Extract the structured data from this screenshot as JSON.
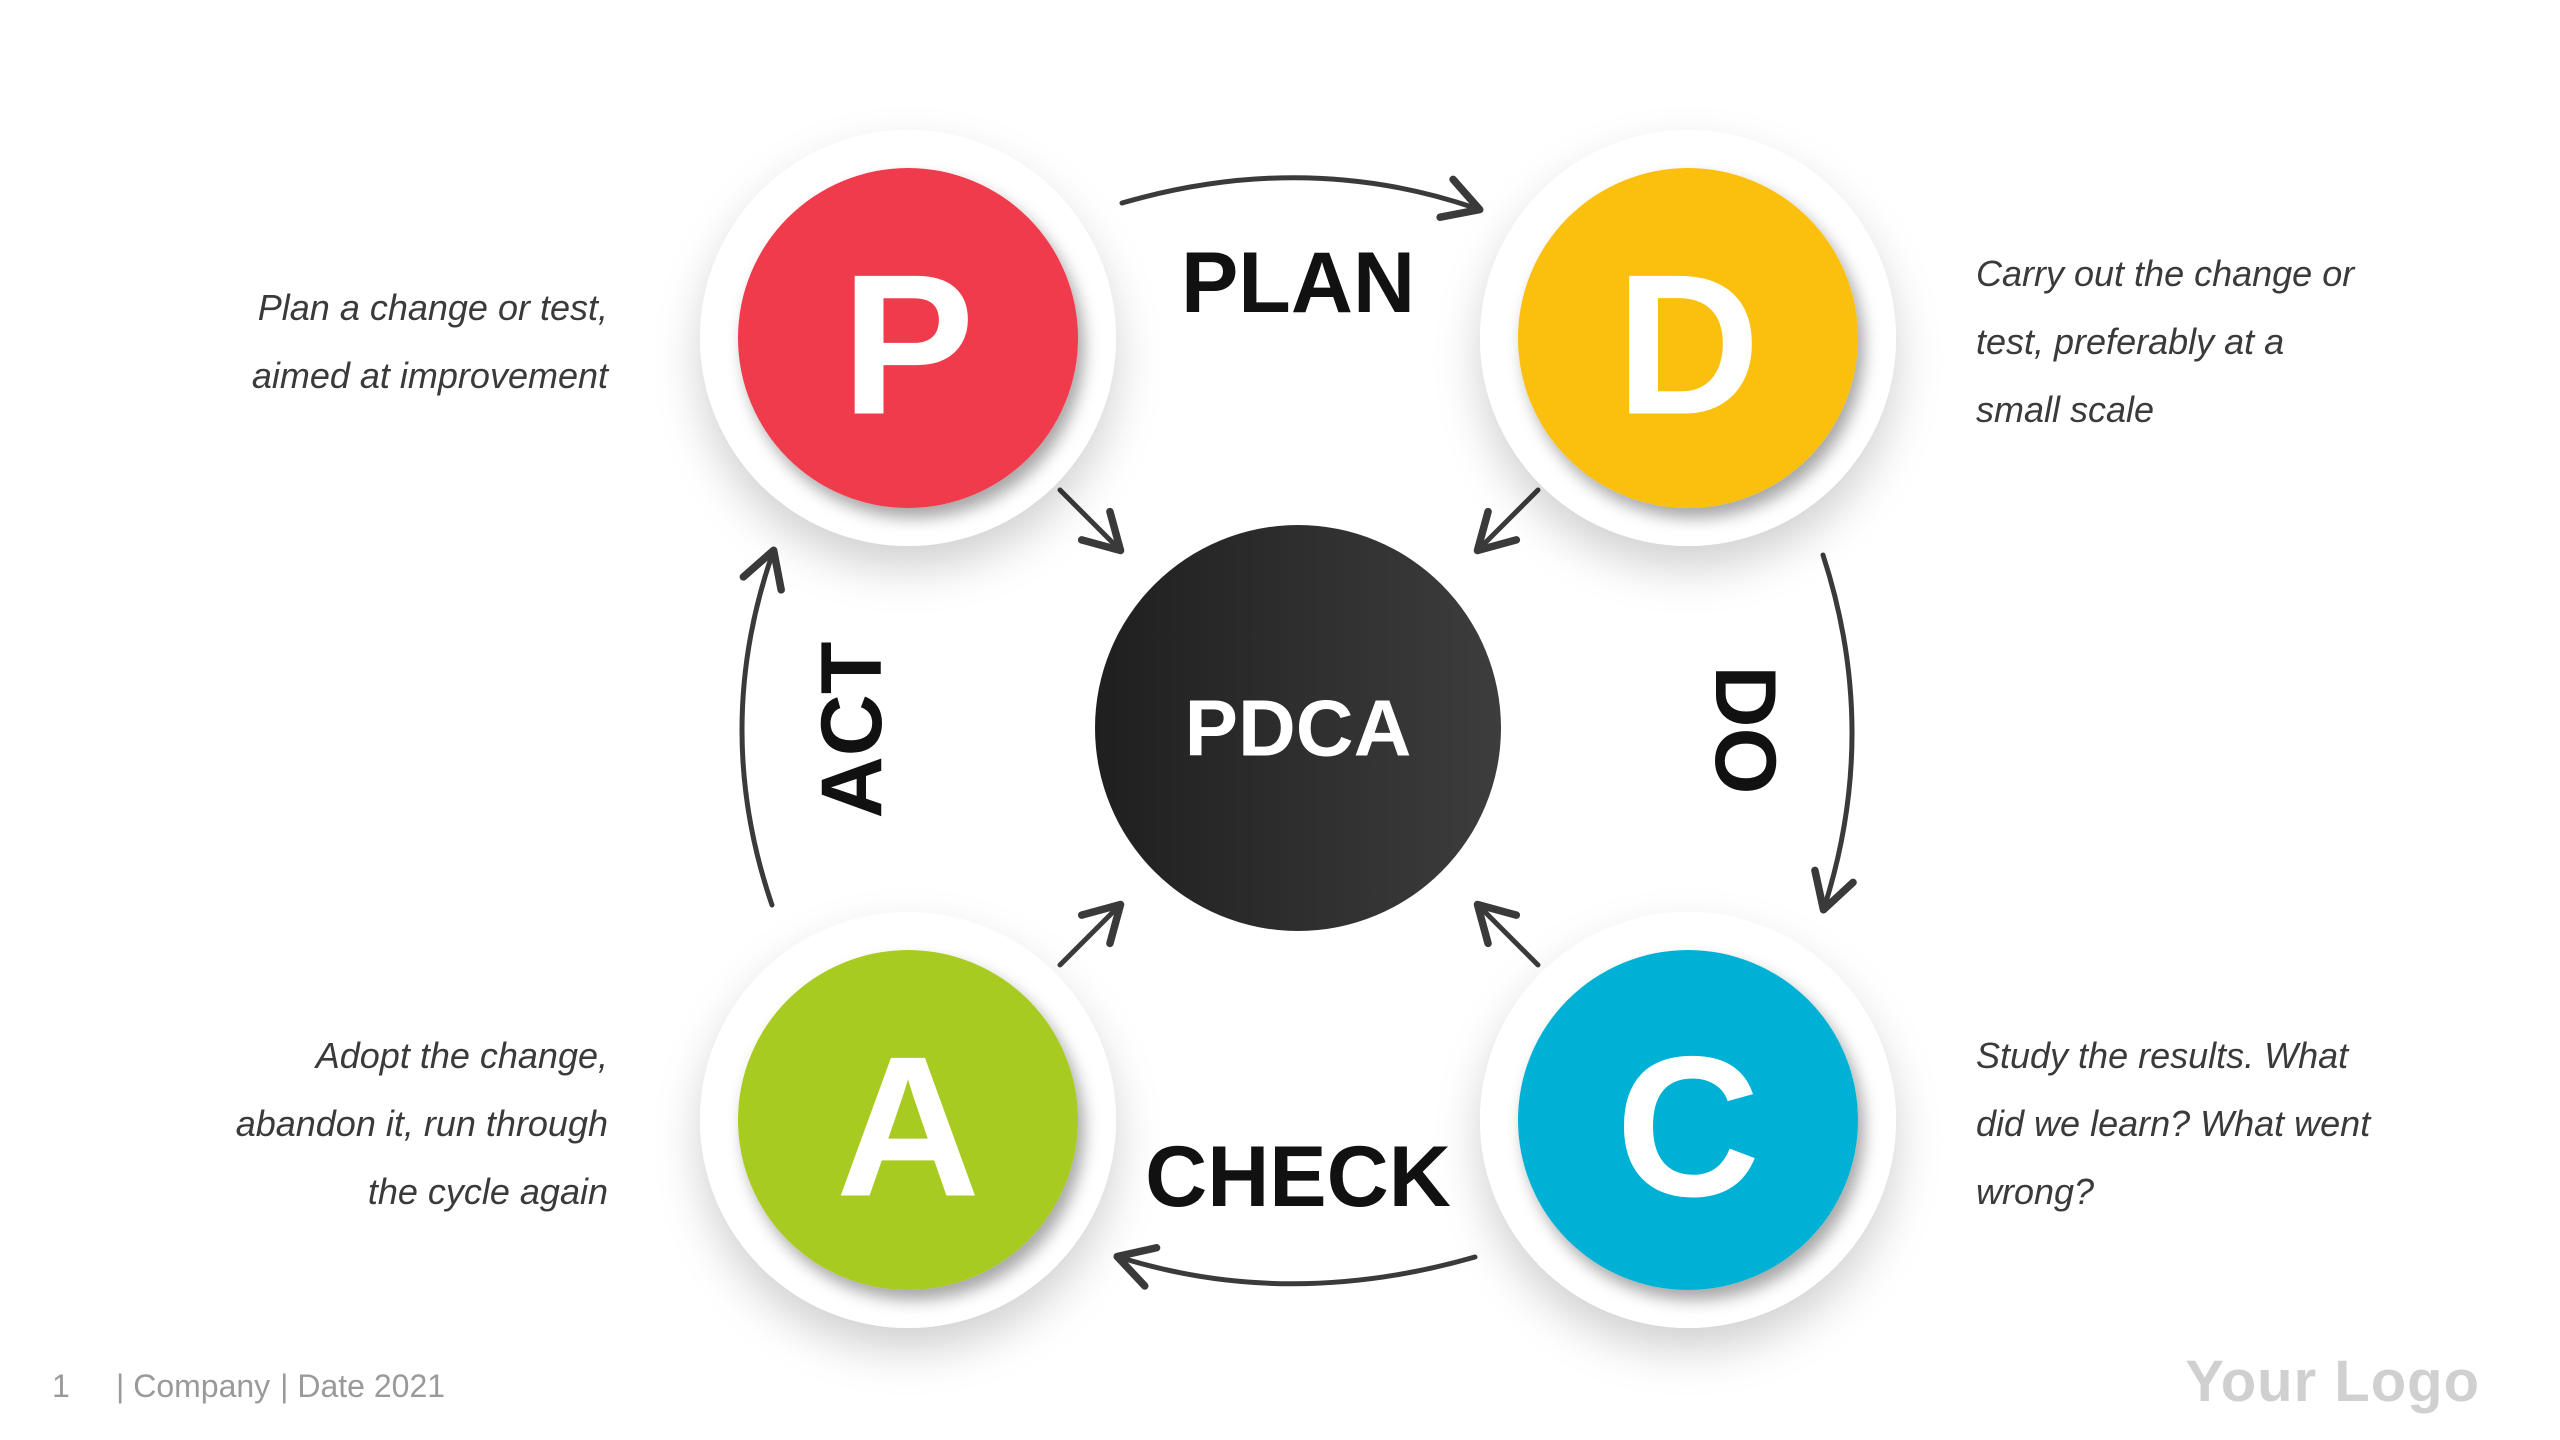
{
  "center": {
    "label": "PDCA"
  },
  "stages": {
    "plan": {
      "letter": "P",
      "word": "PLAN",
      "color": "#EF3A4B",
      "lines": [
        "Plan a change or test,",
        "aimed at improvement"
      ]
    },
    "do": {
      "letter": "D",
      "word": "DO",
      "color": "#FBBF0D",
      "lines": [
        "Carry out the change or",
        "test, preferably at a",
        "small scale"
      ]
    },
    "check": {
      "letter": "C",
      "word": "CHECK",
      "color": "#00B1D6",
      "lines": [
        "Study the results. What",
        "did we learn? What went",
        "wrong?"
      ]
    },
    "act": {
      "letter": "A",
      "word": "ACT",
      "color": "#A8CB24",
      "lines": [
        "Adopt the change,",
        "abandon it, run through",
        "the cycle again"
      ]
    }
  },
  "footer": {
    "page": "1",
    "company": "| Company",
    "date": "| Date 2021"
  },
  "logo": {
    "text": "Your Logo"
  },
  "colors": {
    "center": "#2B2B2B",
    "arrow": "#3a3a3a",
    "text": "#111111"
  }
}
